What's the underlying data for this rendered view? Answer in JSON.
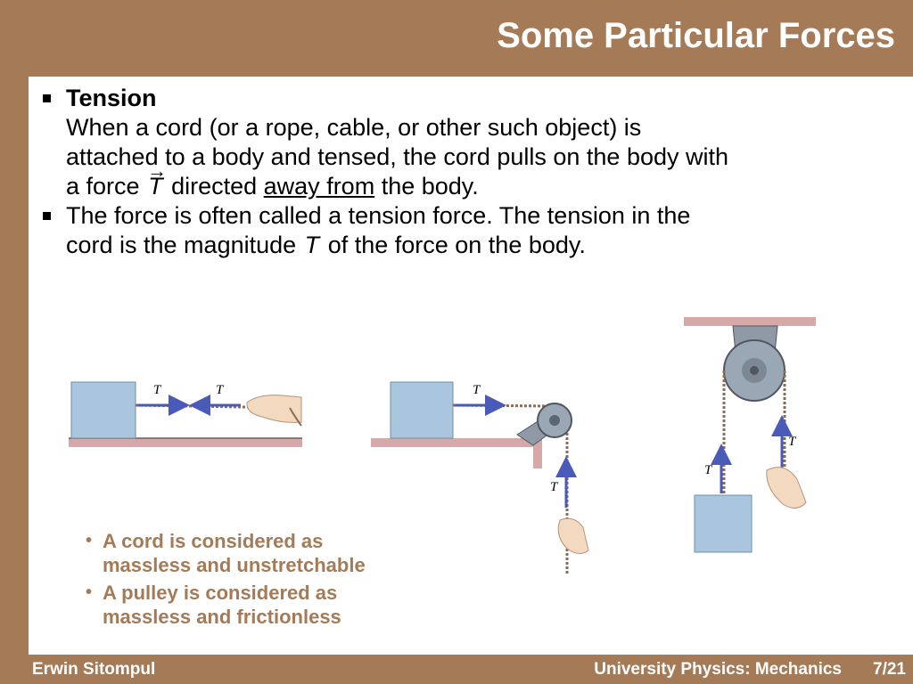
{
  "slide": {
    "title": "Some Particular Forces",
    "bullets": [
      {
        "heading": "Tension",
        "text_line1": "When a cord (or a rope, cable, or other such object) is",
        "text_line2": "attached to a body and tensed, the cord pulls on the body with",
        "text_line3_a": "a force",
        "symbol": "T",
        "arrow": "→",
        "text_line3_b": "directed",
        "emphasis": "away from",
        "text_line3_c": "the body."
      },
      {
        "text_line1": "The force is often called a tension force. The tension in the",
        "text_line2_a": "cord is the magnitude",
        "symbol": "T",
        "text_line2_b": "of the force on the body."
      }
    ],
    "notes": [
      {
        "line1": "A cord is considered as",
        "line2": "massless and unstretchable"
      },
      {
        "line1": "A pulley is considered as",
        "line2": "massless and frictionless"
      }
    ],
    "figure_labels": {
      "t_vec": "T",
      "arrow": "→"
    }
  },
  "footer": {
    "author": "Erwin Sitompul",
    "course": "University Physics: Mechanics",
    "page": "7/21"
  },
  "colors": {
    "brown": "#a57a57",
    "block": "#a9c6de",
    "floor": "#d7a8a8",
    "force_arrow": "#4a5ab8",
    "skin": "#f3d9bf"
  }
}
